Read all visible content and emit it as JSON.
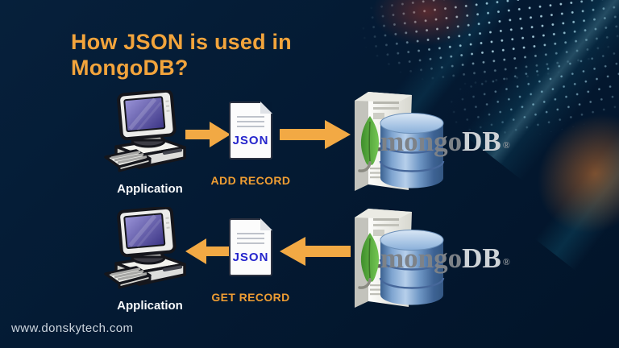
{
  "title": {
    "line1": "How JSON is used in",
    "line2": "MongoDB?"
  },
  "rows": [
    {
      "app_label": "Application",
      "doc_label": "JSON",
      "action_label": "ADD RECORD",
      "arrow_direction": "right",
      "brand": {
        "prefix": "mongo",
        "suffix": "DB",
        "mark": "®"
      }
    },
    {
      "app_label": "Application",
      "doc_label": "JSON",
      "action_label": "GET RECORD",
      "arrow_direction": "left",
      "brand": {
        "prefix": "mongo",
        "suffix": "DB",
        "mark": "®"
      }
    }
  ],
  "footer": {
    "website": "www.donskytech.com"
  },
  "icons": {
    "computer": "desktop-computer-icon",
    "document": "json-document-icon",
    "arrow": "flow-arrow-icon",
    "server": "mongodb-server-icon",
    "leaf": "mongodb-leaf-icon",
    "database": "database-cylinder-icon"
  },
  "colors": {
    "background": "#041a33",
    "title_orange": "#f2a43c",
    "record_orange": "#ee9d33",
    "arrow_orange": "#f2a944",
    "json_blue": "#2525cc",
    "app_label_white": "#f7f9fb",
    "mongo_gray": "#7d8288",
    "mongo_db_light": "#ced3d7",
    "leaf_green": "#5aae3f",
    "database_blue": "#6e97c6",
    "footer_gray": "#ccd5de"
  }
}
